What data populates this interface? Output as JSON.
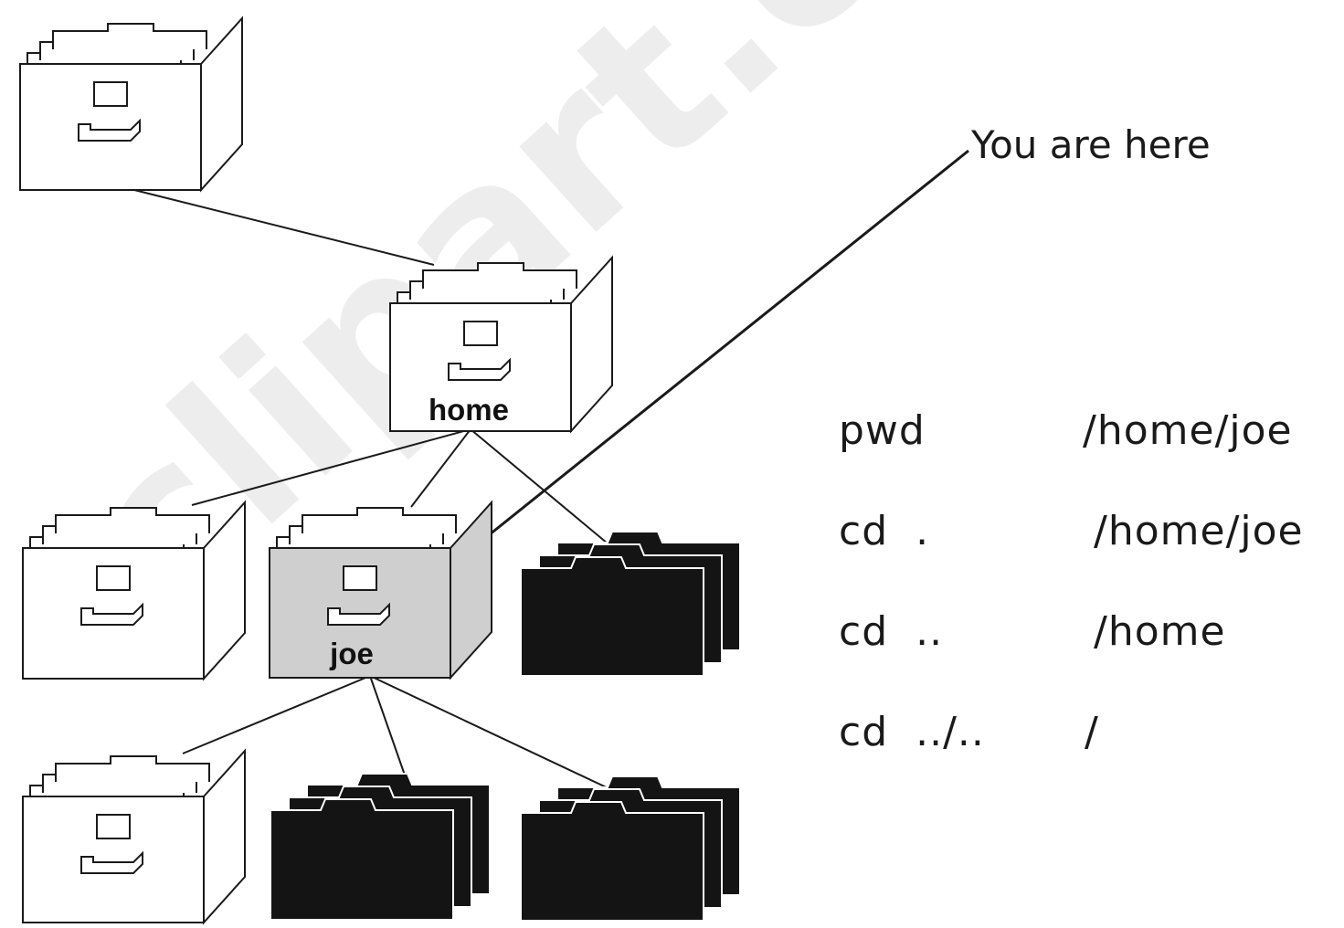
{
  "labels": {
    "home": "home",
    "joe": "joe",
    "pointer": "You are here"
  },
  "commands": [
    {
      "cmd": "pwd",
      "result": "/home/joe"
    },
    {
      "cmd": "cd  .",
      "result": "/home/joe"
    },
    {
      "cmd": "cd  ..",
      "result": "/home"
    },
    {
      "cmd": "cd  ../..",
      "result": "/"
    }
  ],
  "watermark": "clipart.com",
  "colors": {
    "line": "#1a1a1a",
    "file_fill": "#141414",
    "selected_fill": "#cfcfcf"
  }
}
